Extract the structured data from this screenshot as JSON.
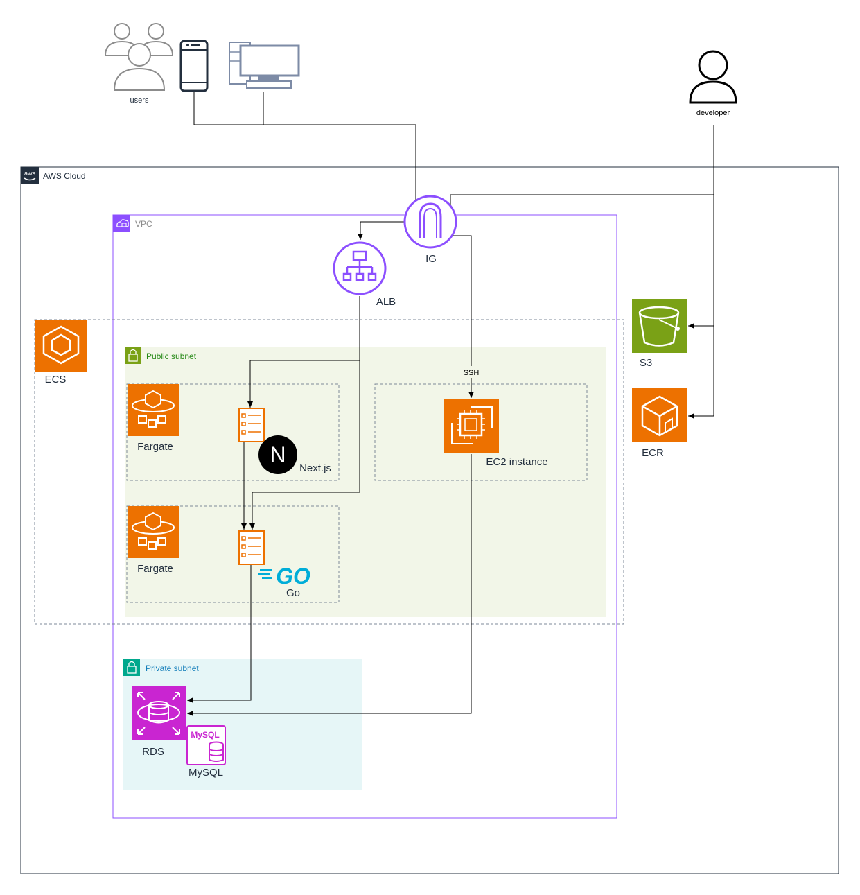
{
  "groups": {
    "aws_cloud": "AWS Cloud",
    "vpc": "VPC",
    "public_subnet": "Public subnet",
    "private_subnet": "Private subnet"
  },
  "nodes": {
    "users": "users",
    "developer": "developer",
    "ig": "IG",
    "alb": "ALB",
    "ecs": "ECS",
    "s3": "S3",
    "ecr": "ECR",
    "fargate_1": "Fargate",
    "fargate_2": "Fargate",
    "nextjs": "Next.js",
    "go": "Go",
    "ec2": "EC2 instance",
    "rds": "RDS",
    "mysql": "MySQL",
    "ssh": "SSH"
  },
  "icons": {
    "aws_logo": "aws",
    "mysql_badge": "MySQL",
    "go_logo": "GO",
    "nextjs_logo": "N"
  },
  "colors": {
    "purple": "#8C4FFF",
    "orange": "#ED7100",
    "green_s3": "#7AA116",
    "magenta": "#C925D1",
    "public_fill": "#F2F6E8",
    "public_text": "#248814",
    "private_fill": "#E6F6F7",
    "private_text": "#147EBA",
    "go_blue": "#00ADD8"
  }
}
